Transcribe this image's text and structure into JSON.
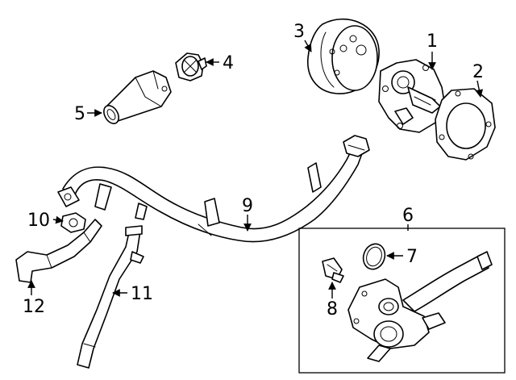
{
  "diagram": {
    "callouts": {
      "c1": "1",
      "c2": "2",
      "c3": "3",
      "c4": "4",
      "c5": "5",
      "c6": "6",
      "c7": "7",
      "c8": "8",
      "c9": "9",
      "c10": "10",
      "c11": "11",
      "c12": "12"
    },
    "line_color": "#000000",
    "background": "#ffffff"
  }
}
